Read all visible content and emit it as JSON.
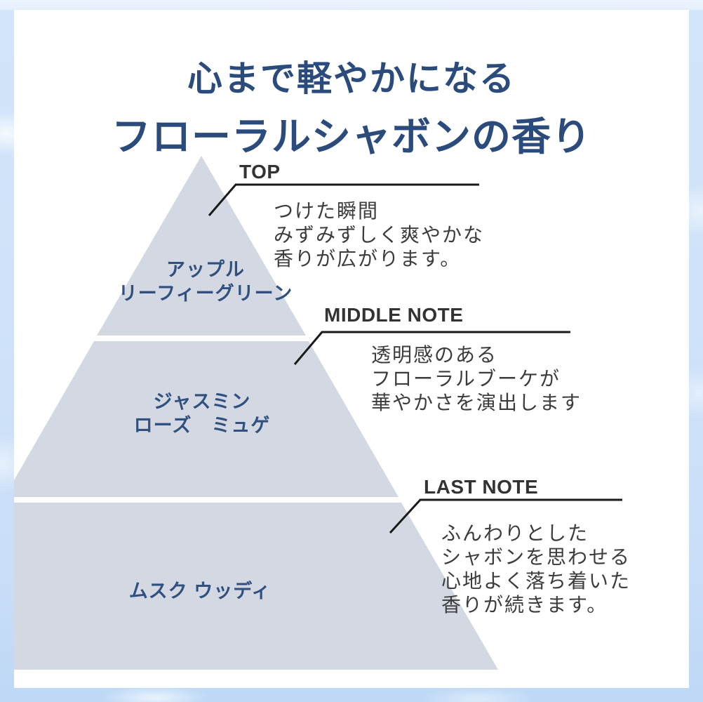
{
  "title": {
    "line1": "心まで軽やかになる",
    "line2": "フローラルシャボンの香り"
  },
  "pyramid": {
    "tiers": [
      {
        "name": "top",
        "label_lines": [
          "アップル",
          "リーフィーグリーン"
        ]
      },
      {
        "name": "middle",
        "label_lines": [
          "ジャスミン",
          "ローズ　ミュゲ"
        ]
      },
      {
        "name": "last",
        "label_lines": [
          "ムスク ウッディ"
        ]
      }
    ]
  },
  "notes": [
    {
      "label": "TOP",
      "description_lines": [
        "つけた瞬間",
        "みずみずしく爽やかな",
        "香りが広がります。"
      ]
    },
    {
      "label": "MIDDLE NOTE",
      "description_lines": [
        "透明感のある",
        "フローラルブーケが",
        "華やかさを演出します"
      ]
    },
    {
      "label": "LAST NOTE",
      "description_lines": [
        "ふんわりとした",
        "シャボンを思わせる",
        "心地よく落ち着いた",
        "香りが続きます。"
      ]
    }
  ],
  "colors": {
    "title_navy": "#2b4b7d",
    "tier_label_navy": "#30507f",
    "pyramid_fill": "#d3d8e2",
    "note_text": "#3c3c3c",
    "leader_line": "#1a1a1a",
    "card_background": "#ffffff",
    "frame_blue": "#cfe2f9"
  }
}
